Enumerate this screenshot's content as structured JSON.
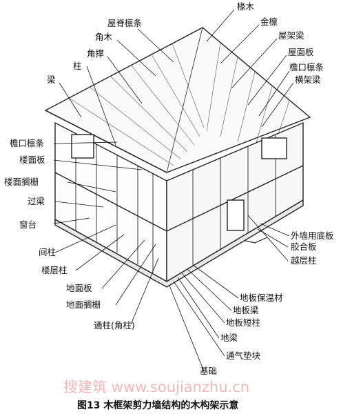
{
  "caption": "图13 木框架剪力墙结构的木构架示意",
  "watermark": "搜建筑 www.soujianzhu.cn",
  "labels_top": [
    "屋脊檩条",
    "椽木",
    "角木",
    "金檩",
    "角撑",
    "屋架梁",
    "柱",
    "屋面板",
    "檐口檩条",
    "横架梁",
    "梁"
  ],
  "labels_left": [
    "檐口檩条",
    "楼面板",
    "楼面搁栅",
    "过梁",
    "窗台",
    "间柱",
    "楼层柱",
    "地面板",
    "地面搁栅",
    "通柱(角柱)"
  ],
  "labels_right": [
    "外墙用底板",
    "胶合板",
    "越层柱",
    "地板保温材",
    "地板梁",
    "地板短柱",
    "地梁",
    "通气垫块",
    "基础"
  ]
}
